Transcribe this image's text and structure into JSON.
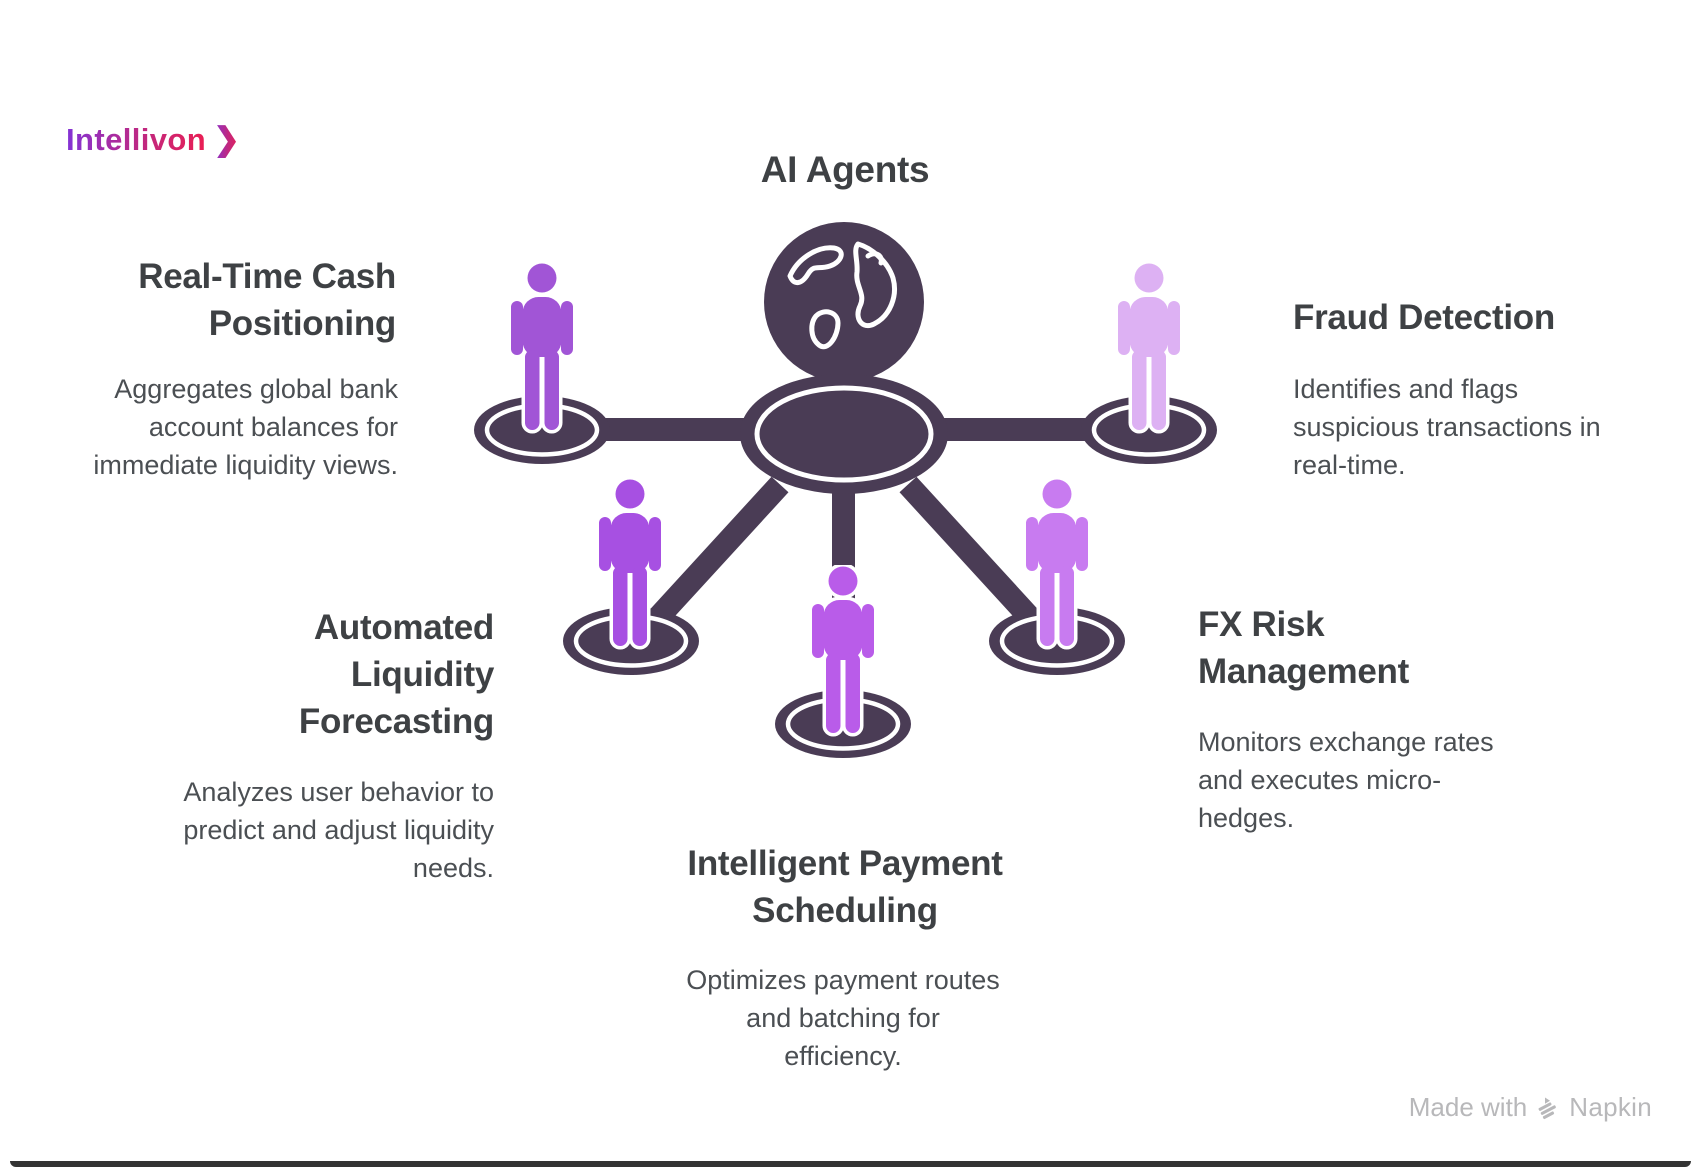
{
  "logo": {
    "text": "Intellivon",
    "chevron": "❯"
  },
  "title": "AI Agents",
  "nodes": [
    {
      "id": "real-time-cash-positioning",
      "heading_lines": [
        "Real-Time Cash",
        "Positioning"
      ],
      "body_lines": [
        "Aggregates global bank",
        "account balances for",
        "immediate liquidity views."
      ],
      "figure_color": "#a155d6"
    },
    {
      "id": "fraud-detection",
      "heading_lines": [
        "Fraud Detection"
      ],
      "body_lines": [
        "Identifies and flags",
        "suspicious transactions in",
        "real-time."
      ],
      "figure_color": "#ddb1f3"
    },
    {
      "id": "automated-liquidity-forecasting",
      "heading_lines": [
        "Automated",
        "Liquidity",
        "Forecasting"
      ],
      "body_lines": [
        "Analyzes user behavior to",
        "predict and adjust liquidity",
        "needs."
      ],
      "figure_color": "#a750e2"
    },
    {
      "id": "fx-risk-management",
      "heading_lines": [
        "FX Risk",
        "Management"
      ],
      "body_lines": [
        "Monitors exchange rates",
        "and executes micro-",
        "hedges."
      ],
      "figure_color": "#c87bf0"
    },
    {
      "id": "intelligent-payment-scheduling",
      "heading_lines": [
        "Intelligent Payment",
        "Scheduling"
      ],
      "body_lines": [
        "Optimizes payment routes",
        "and batching for",
        "efficiency."
      ],
      "figure_color": "#b95ce9"
    }
  ],
  "watermark": {
    "prefix": "Made with",
    "brand": "Napkin"
  },
  "colors": {
    "connector_dark": "#4a3c55",
    "heading_text": "#3e4144",
    "body_text": "#4b4f53",
    "background": "#ffffff",
    "watermark": "#b8b8ba",
    "logo_gradient_start": "#8333d6",
    "logo_gradient_mid": "#c02880",
    "logo_gradient_end": "#ea1e53"
  }
}
